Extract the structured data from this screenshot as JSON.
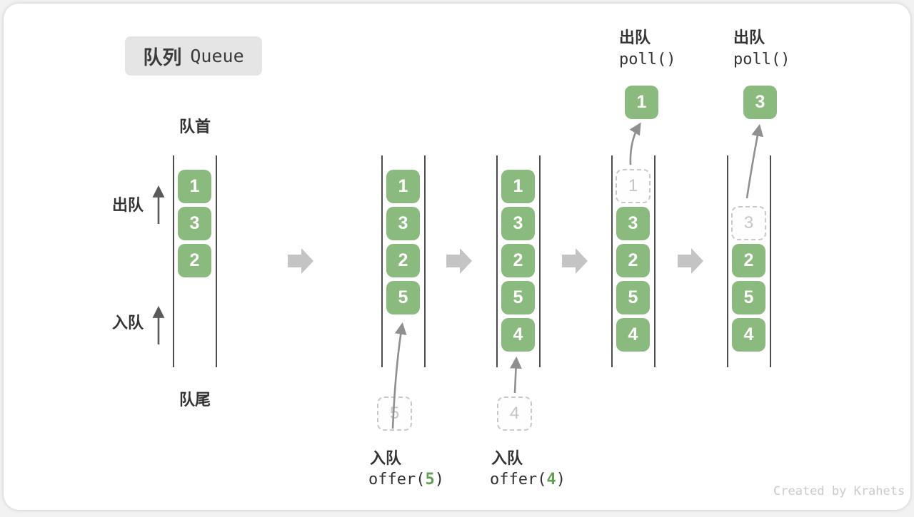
{
  "title": {
    "zh": "队列",
    "en": "Queue"
  },
  "labels": {
    "front": "队首",
    "rear": "队尾",
    "dequeue_side": "出队",
    "enqueue_side": "入队"
  },
  "colors": {
    "block_green": "#8bba7e",
    "code_arg_green": "#5fa052",
    "state_arrow_grey": "#c4c4c4",
    "badge_bg": "#e5e5e5"
  },
  "states": [
    {
      "slots": [
        "1",
        "3",
        "2"
      ]
    },
    {
      "slots": [
        "1",
        "3",
        "2",
        "5"
      ]
    },
    {
      "slots": [
        "1",
        "3",
        "2",
        "5",
        "4"
      ]
    },
    {
      "dashed_slot": "1",
      "slots": [
        "3",
        "2",
        "5",
        "4"
      ],
      "popped": "1",
      "op_zh": "出队",
      "op_code": "poll()"
    },
    {
      "dashed_slot": "3",
      "slots": [
        "2",
        "5",
        "4"
      ],
      "popped": "3",
      "op_zh": "出队",
      "op_code": "poll()"
    }
  ],
  "enqueue_ops": [
    {
      "zh": "入队",
      "code_open": "offer(",
      "arg": "5",
      "code_close": ")",
      "pending": "5"
    },
    {
      "zh": "入队",
      "code_open": "offer(",
      "arg": "4",
      "code_close": ")",
      "pending": "4"
    }
  ],
  "watermark": "Created by Krahets"
}
